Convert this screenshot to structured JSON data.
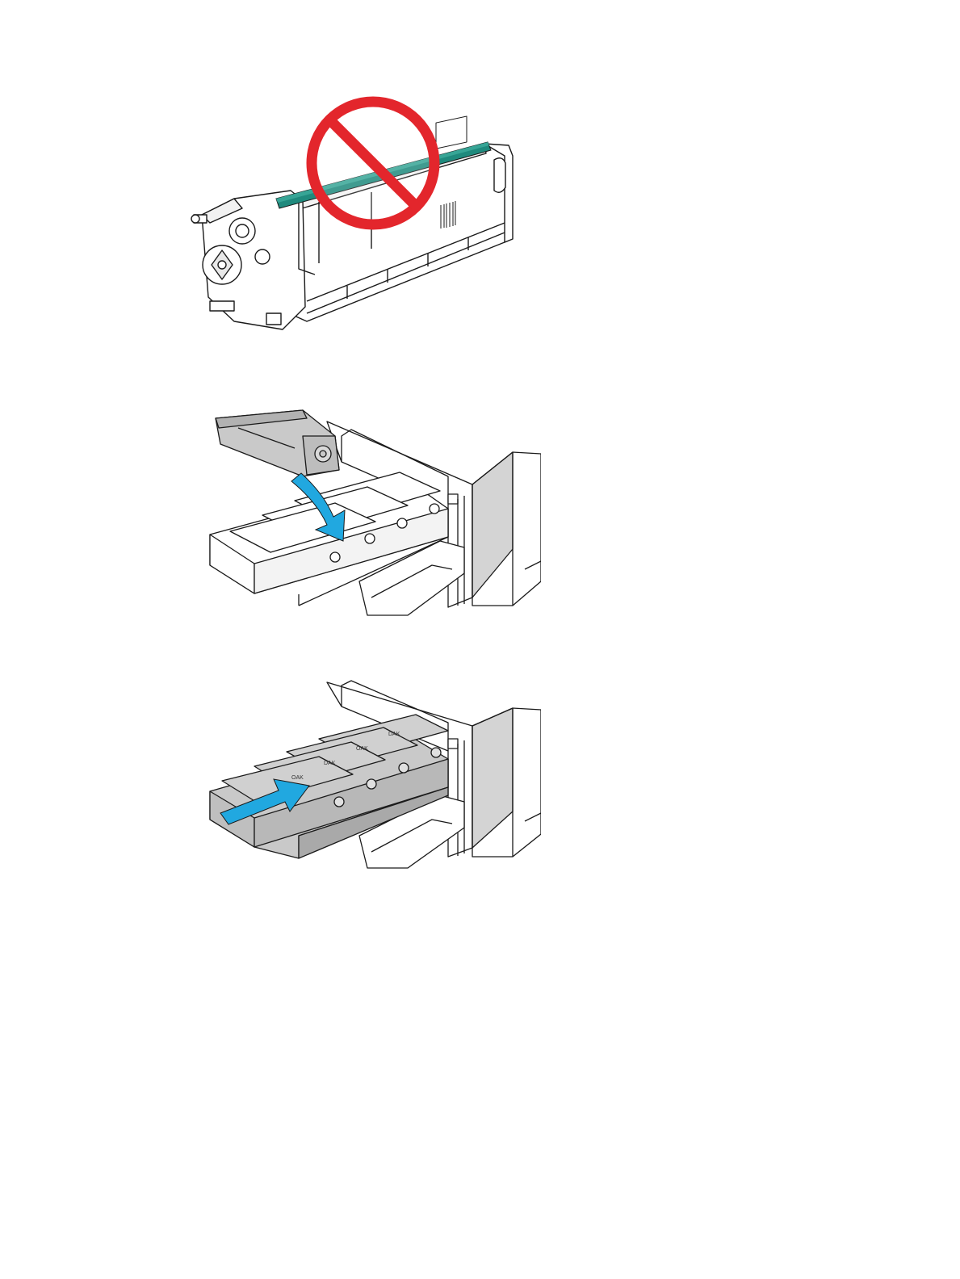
{
  "colors": {
    "prohibit_red": "#e3262c",
    "arrow_blue": "#21a8e0",
    "drum_teal": "#1f8a7d",
    "cartridge_gray": "#c9c9c9",
    "printer_side_gray": "#d4d4d4",
    "line": "#1a1a1a"
  },
  "figures": [
    {
      "icon": "do-not-touch-drum-icon",
      "cartridge_labels": []
    },
    {
      "icon": "insert-cartridge-arrow-icon",
      "cartridge_labels": []
    },
    {
      "icon": "push-drawer-arrow-icon",
      "cartridge_labels": [
        "DAK",
        "OAK",
        "DAK",
        "OAK"
      ]
    }
  ]
}
